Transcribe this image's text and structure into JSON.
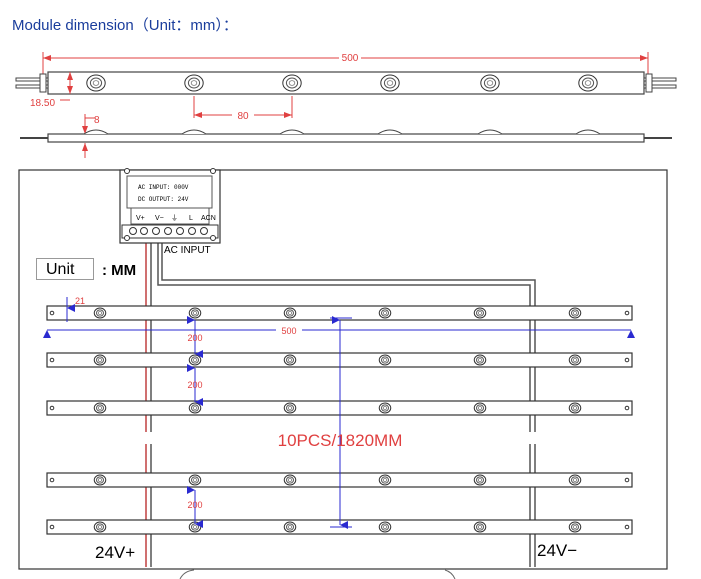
{
  "title": "Module dimension（Unit：mm）：",
  "top": {
    "dim_length": "500",
    "dim_height": "18.50",
    "dim_pitch": "80",
    "dim_thickness": "8"
  },
  "power_supply": {
    "line1": "AC INPUT: 000V",
    "line2": "DC OUTPUT: 24V",
    "terminals": [
      "V+",
      "V−",
      "⏚",
      "L",
      "ACN"
    ],
    "ac_label": "AC  INPUT"
  },
  "unit": {
    "label": "Unit",
    "value": ": MM"
  },
  "array": {
    "dim_height": "21",
    "dim_length": "500",
    "spacing": [
      "200",
      "200",
      "200"
    ],
    "total": "10PCS/1820MM",
    "positive": "24V+",
    "negative": "24V−"
  }
}
